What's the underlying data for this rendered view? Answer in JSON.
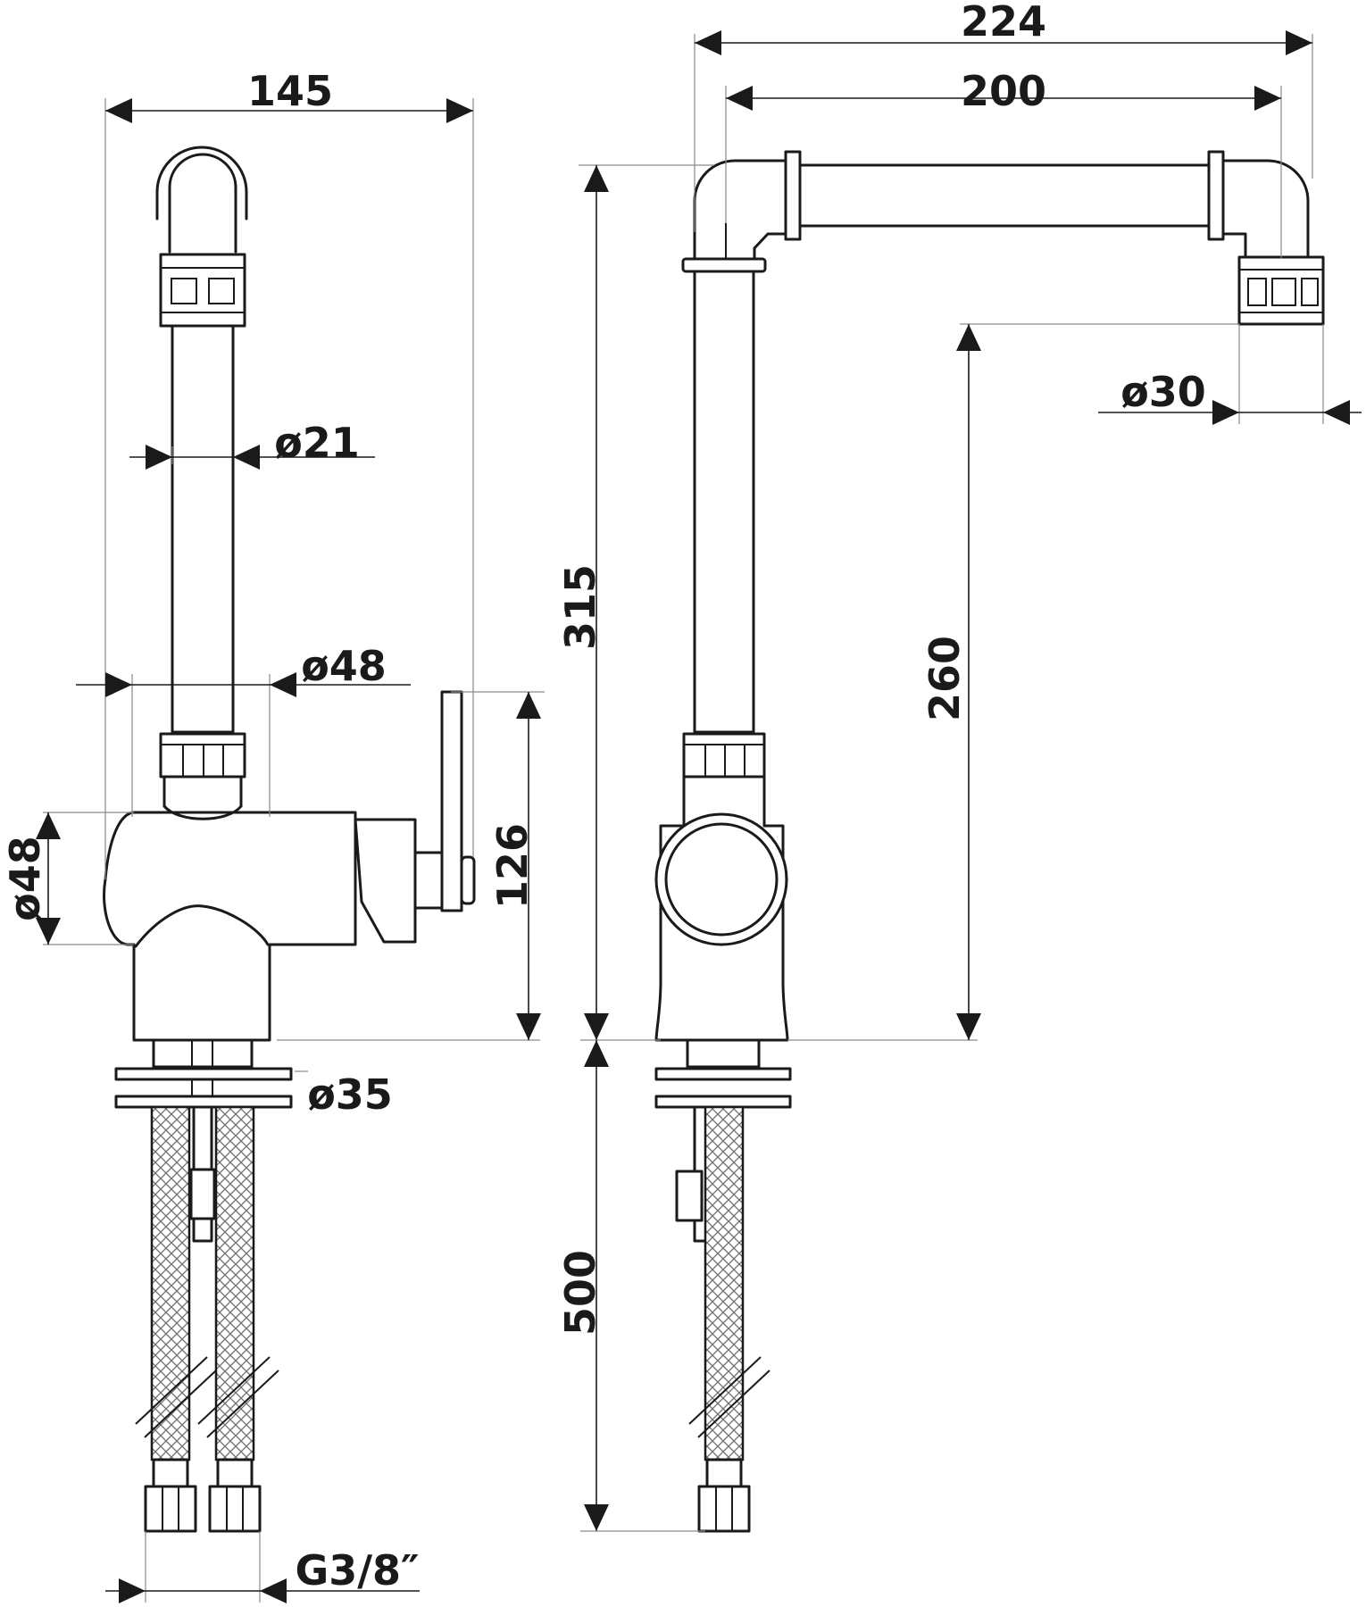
{
  "dimensions": {
    "overall_width_top": "224",
    "spout_reach": "200",
    "side_width": "145",
    "spout_diameter": "ø21",
    "body_diameter_side": "ø48",
    "body_diameter_front": "ø48",
    "aerator_diameter": "ø30",
    "total_height": "315",
    "spout_clearance": "260",
    "handle_height": "126",
    "shank_diameter": "ø35",
    "hose_length": "500",
    "thread": "G3/8″"
  },
  "colors": {
    "line": "#1a1a1a",
    "dimension_line": "#8a8a8a",
    "background": "#ffffff"
  }
}
